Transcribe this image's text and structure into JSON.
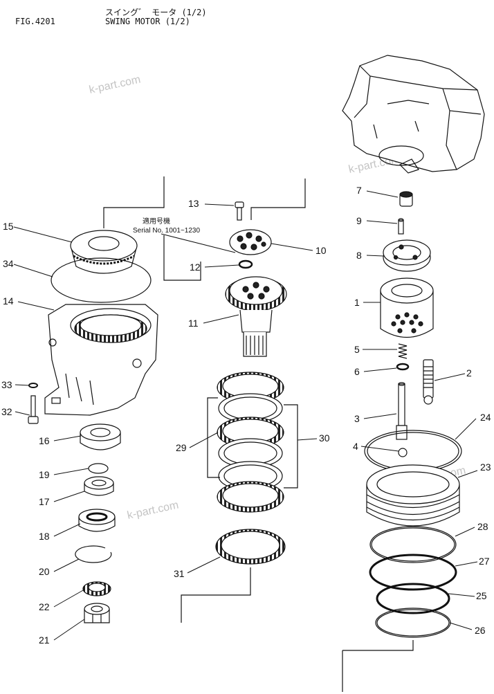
{
  "header": {
    "fig_no": "FIG.4201",
    "title_jp": "スイング゛ モータ (1/2)",
    "title_en": "SWING MOTOR (1/2)"
  },
  "note": {
    "line1": "適用号機",
    "line2": "Serial No. 1001~1230"
  },
  "watermark": "k-part.com",
  "callouts": [
    "1",
    "2",
    "3",
    "4",
    "5",
    "6",
    "7",
    "8",
    "9",
    "10",
    "11",
    "12",
    "13",
    "14",
    "15",
    "16",
    "17",
    "18",
    "19",
    "20",
    "21",
    "22",
    "23",
    "24",
    "25",
    "26",
    "27",
    "28",
    "29",
    "30",
    "31",
    "32",
    "33",
    "34"
  ]
}
